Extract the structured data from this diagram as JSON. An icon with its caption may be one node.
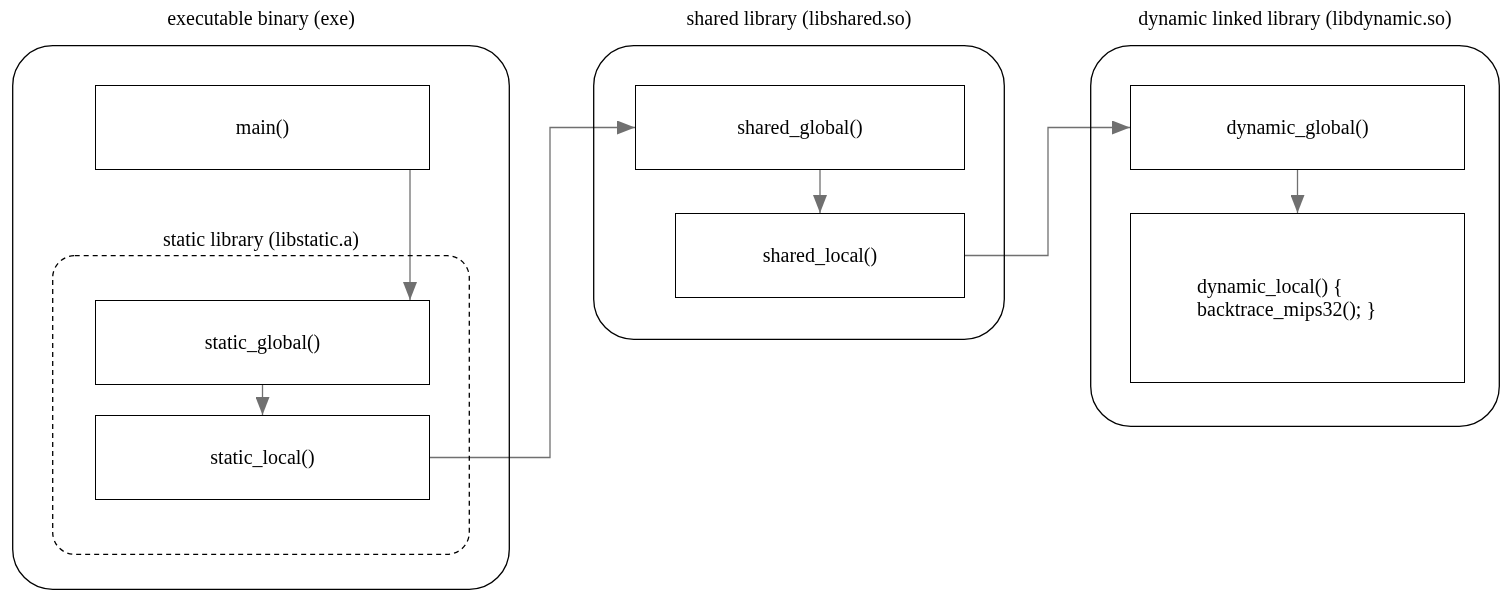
{
  "diagram": {
    "nodes": [
      {
        "text": [
          "executable binary (exe)"
        ]
      },
      {
        "text": [
          "main()"
        ],
        "in": 0
      },
      {
        "text": [
          "static library (libstatic.a)"
        ],
        "in": 0
      },
      {
        "text": [
          "static_global()"
        ],
        "in": 2
      },
      {
        "text": [
          "static_local()"
        ],
        "in": 2
      },
      {
        "text": [
          "shared library (libshared.so)"
        ]
      },
      {
        "text": [
          "shared_global()"
        ],
        "in": 5
      },
      {
        "text": [
          "shared_local()"
        ],
        "in": 5
      },
      {
        "text": [
          "dynamic linked library (libdynamic.so)"
        ]
      },
      {
        "text": [
          "dynamic_global()"
        ],
        "in": 8
      },
      {
        "text": [
          "dynamic_local() { backtrace_mips32(); }"
        ],
        "in": 8
      }
    ],
    "edges": [
      {
        "from": 1,
        "to": 3,
        "arrow": "to"
      },
      {
        "from": 3,
        "to": 4,
        "arrow": "to"
      },
      {
        "from": 4,
        "to": 6,
        "arrow": "to"
      },
      {
        "from": 6,
        "to": 7,
        "arrow": "to"
      },
      {
        "from": 7,
        "to": 9,
        "arrow": "to"
      },
      {
        "from": 9,
        "to": 10,
        "arrow": "to"
      }
    ]
  }
}
